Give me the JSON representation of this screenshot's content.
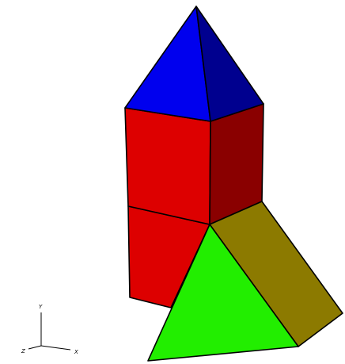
{
  "scene": {
    "background": "#ffffff",
    "edge_color": "#000000",
    "pyramid": {
      "front_color": "#0000ee",
      "side_color": "#00008f"
    },
    "upper_prism": {
      "front_color": "#dd0000",
      "side_color": "#8a0000"
    },
    "lower_prism": {
      "front_color": "#dd0000"
    },
    "wedge": {
      "triangle_color": "#22ee00",
      "side_color": "#8c7a00"
    }
  },
  "axes": {
    "y_label": "Y",
    "x_label": "X",
    "z_label": "Z"
  }
}
